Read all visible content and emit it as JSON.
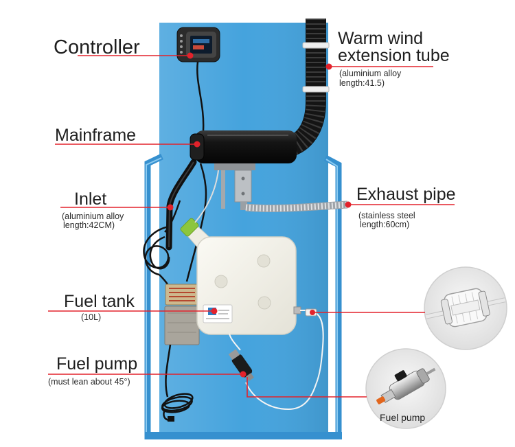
{
  "callouts": {
    "controller": {
      "label": "Controller"
    },
    "warm_wind_tube": {
      "label_line1": "Warm wind",
      "label_line2": "extension tube",
      "spec_line1": "(aluminium alloy",
      "spec_line2": "length:41.5)"
    },
    "mainframe": {
      "label": "Mainframe"
    },
    "inlet": {
      "label": "Inlet",
      "spec_line1": "(aluminium alloy",
      "spec_line2": "length:42CM)"
    },
    "exhaust_pipe": {
      "label": "Exhaust pipe",
      "spec_line1": "(stainless steel",
      "spec_line2": "length:60cm)"
    },
    "fuel_tank": {
      "label": "Fuel tank",
      "spec": "(10L)"
    },
    "fuel_pump": {
      "label": "Fuel pump",
      "spec": "(must lean about 45°)"
    }
  },
  "insets": {
    "fuel_pump_caption": "Fuel pump"
  },
  "colors": {
    "leader": "#e3222b",
    "panel": "#45a3dd",
    "frame": "#3690cf",
    "text": "#1e1e1e"
  }
}
